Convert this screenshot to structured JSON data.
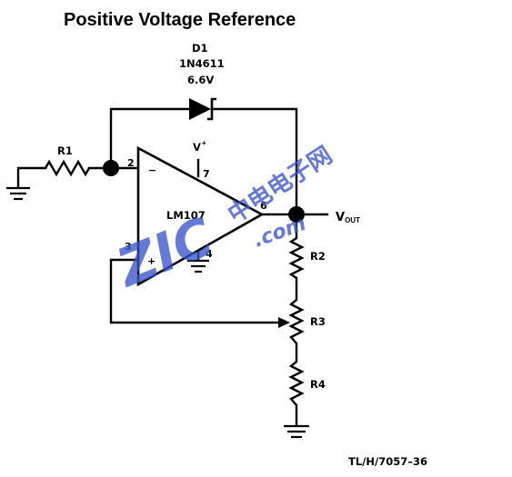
{
  "title": "Positive Voltage Reference",
  "diode": {
    "designator": "D1",
    "part": "1N4611",
    "voltage": "6.6V"
  },
  "resistors": {
    "r1": "R1",
    "r2": "R2",
    "r3": "R3",
    "r4": "R4"
  },
  "opamp": {
    "part": "LM107",
    "supply_label": "V",
    "supply_sign": "+",
    "minus_sign": "−",
    "plus_sign": "+",
    "pin2": "2",
    "pin3": "3",
    "pin4": "4",
    "pin6": "6",
    "pin7": "7"
  },
  "output": {
    "label": "V",
    "subscript": "OUT"
  },
  "figure_id": "TL/H/7057–36",
  "watermark": {
    "cjk": "中电电子网",
    "logo": "ZIC",
    "suffix": ".com"
  },
  "colors": {
    "ink": "#000000",
    "background": "#ffffff",
    "watermark": "#3a55c8"
  }
}
